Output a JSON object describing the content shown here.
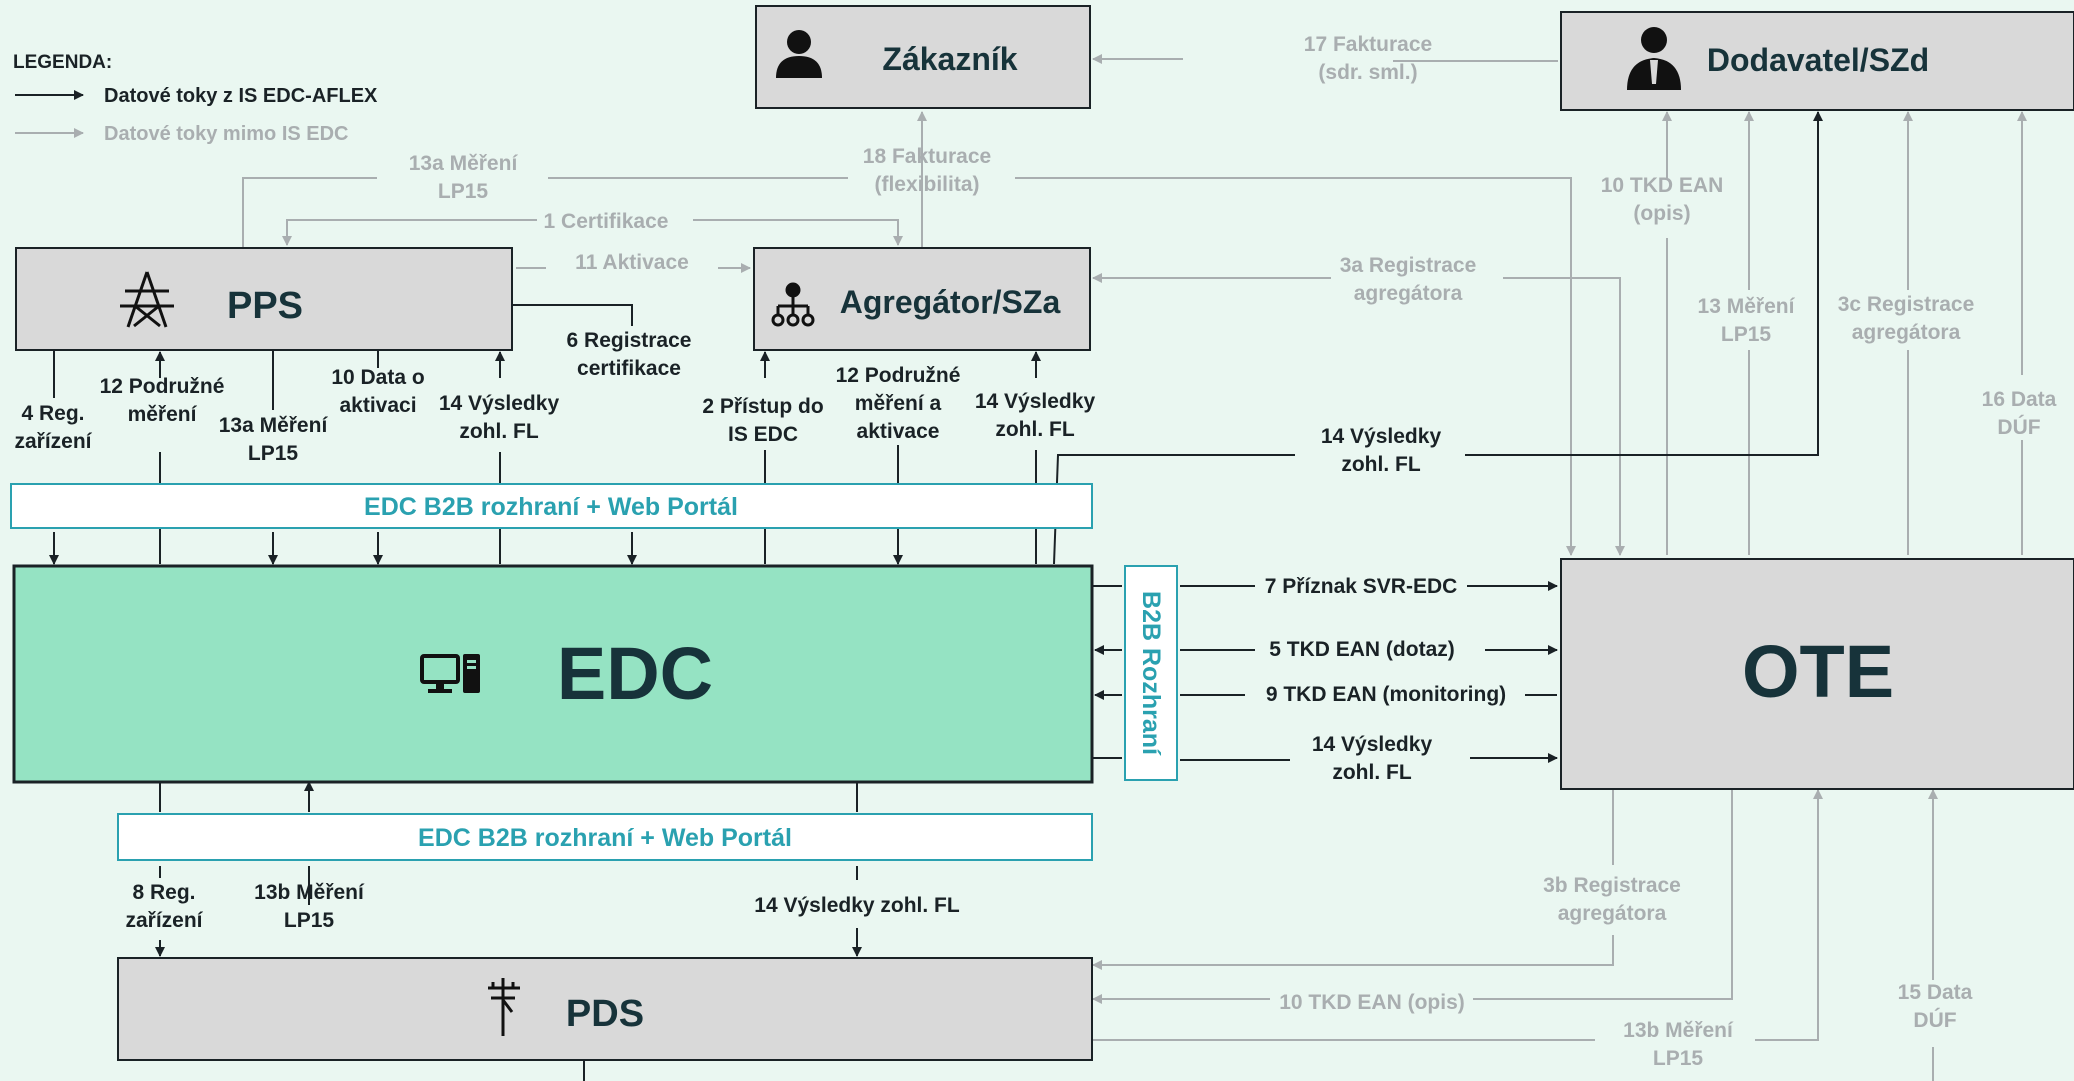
{
  "legend": {
    "title": "LEGENDA:",
    "internal": "Datové toky z IS EDC-AFLEX",
    "external": "Datové toky mimo IS EDC"
  },
  "nodes": {
    "zakaznik": "Zákazník",
    "dodavatel": "Dodavatel/SZd",
    "pps": "PPS",
    "agregator": "Agregátor/SZa",
    "edc": "EDC",
    "ote": "OTE",
    "pds": "PDS"
  },
  "interfaces": {
    "portal_top": "EDC B2B  rozhraní + Web Portál",
    "portal_bottom": "EDC B2B  rozhraní + Web Portál",
    "b2b": "B2B Rozhraní"
  },
  "icons": {
    "zakaznik": "person-icon",
    "dodavatel": "businessman-icon",
    "pps": "transmission-tower-icon",
    "agregator": "hierarchy-icon",
    "edc": "computer-icon",
    "pds": "utility-pole-icon"
  },
  "colors": {
    "background": "#eaf7f1",
    "edc_fill": "#95e3c3",
    "box_fill": "#d9d9d9",
    "dark_flow": "#1a2226",
    "grey_flow": "#a9aeb0",
    "accent": "#2aa1b0"
  },
  "flows": {
    "f17": [
      "17 Fakturace",
      "(sdr. sml.)"
    ],
    "f18": [
      "18 Fakturace",
      "(flexibilita)"
    ],
    "f13a_top": [
      "13a Měření",
      "LP15"
    ],
    "f1": [
      "1 Certifikace"
    ],
    "f11": [
      "11 Aktivace"
    ],
    "f3a": [
      "3a Registrace",
      "agregátora"
    ],
    "f10_top": [
      "10 TKD EAN",
      "(opis)"
    ],
    "f13_ote": [
      "13 Měření",
      "LP15"
    ],
    "f3c": [
      "3c Registrace",
      "agregátora"
    ],
    "f16": [
      "16 Data",
      "DÚF"
    ],
    "f6": [
      "6 Registrace",
      "certifikace"
    ],
    "f4": [
      "4 Reg.",
      "zařízení"
    ],
    "f12_pps": [
      "12 Podružné",
      "měření"
    ],
    "f13a_pps": [
      "13a Měření",
      "LP15"
    ],
    "f10_pps": [
      "10 Data o",
      "aktivaci"
    ],
    "f14_pps": [
      "14 Výsledky",
      "zohl. FL"
    ],
    "f2": [
      "2 Přístup do",
      "IS EDC"
    ],
    "f12_agr": [
      "12 Podružné",
      "měření a",
      "aktivace"
    ],
    "f14_agr": [
      "14 Výsledky",
      "zohl. FL"
    ],
    "f14_dod": [
      "14 Výsledky",
      "zohl. FL"
    ],
    "f7": [
      "7 Příznak SVR-EDC"
    ],
    "f5": [
      "5 TKD EAN (dotaz)"
    ],
    "f9": [
      "9 TKD EAN (monitoring)"
    ],
    "f14_ote": [
      "14 Výsledky",
      "zohl. FL"
    ],
    "f8": [
      "8 Reg.",
      "zařízení"
    ],
    "f13b_pds": [
      "13b Měření",
      "LP15"
    ],
    "f14_pds": [
      "14 Výsledky zohl. FL"
    ],
    "f3b": [
      "3b Registrace",
      "agregátora"
    ],
    "f10_pds": [
      "10 TKD EAN (opis)"
    ],
    "f13b_ote": [
      "13b Měření",
      "LP15"
    ],
    "f15": [
      "15 Data",
      "DÚF"
    ]
  }
}
